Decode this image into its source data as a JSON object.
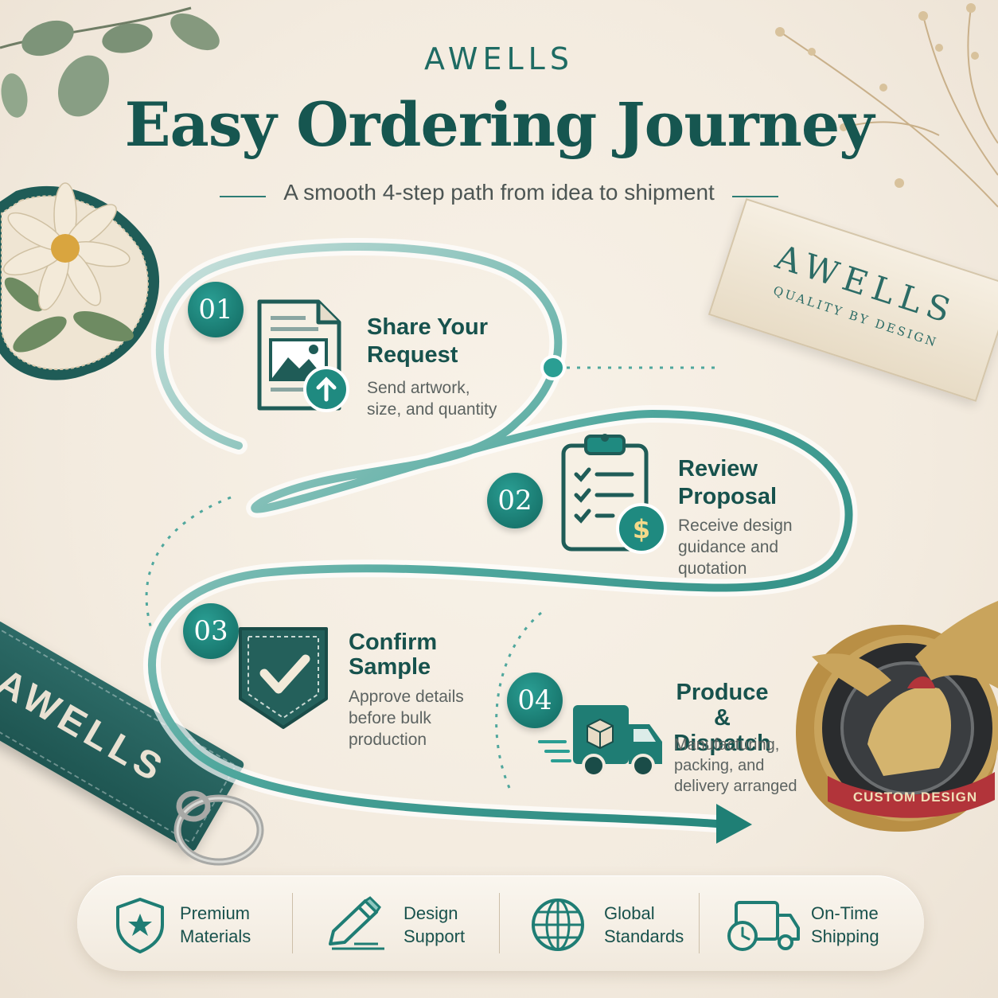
{
  "header": {
    "brand": "AWELLS",
    "title": "Easy Ordering Journey",
    "subtitle": "A smooth 4-step path from idea to shipment"
  },
  "steps": [
    {
      "number": "01",
      "title_line1": "Share Your",
      "title_line2": "Request",
      "desc_line1": "Send artwork,",
      "desc_line2": "size, and quantity",
      "icon": "document-upload-icon"
    },
    {
      "number": "02",
      "title_line1": "Review",
      "title_line2": "Proposal",
      "desc_line1": "Receive design",
      "desc_line2": "guidance and",
      "desc_line3": "quotation",
      "icon": "clipboard-dollar-icon"
    },
    {
      "number": "03",
      "title_line1": "Confirm",
      "title_line2": "Sample",
      "desc_line1": "Approve details",
      "desc_line2": "before bulk",
      "desc_line3": "production",
      "icon": "shield-check-icon"
    },
    {
      "number": "04",
      "title_line1": "Produce &",
      "title_line2": "Dispatch",
      "desc_line1": "Manufacturing,",
      "desc_line2": "packing, and",
      "desc_line3": "delivery arranged",
      "icon": "delivery-truck-icon"
    }
  ],
  "features": [
    {
      "line1": "Premium",
      "line2": "Materials",
      "icon": "shield-star-icon"
    },
    {
      "line1": "Design",
      "line2": "Support",
      "icon": "pencil-icon"
    },
    {
      "line1": "Global",
      "line2": "Standards",
      "icon": "globe-icon"
    },
    {
      "line1": "On-Time",
      "line2": "Shipping",
      "icon": "truck-clock-icon"
    }
  ],
  "props": {
    "woven_label_brand": "AWELLS",
    "woven_label_tagline": "QUALITY BY DESIGN",
    "keychain_text": "AWELLS",
    "badge_text": "CUSTOM DESIGN"
  },
  "colors": {
    "teal_dark": "#165650",
    "teal": "#1f7d74",
    "teal_light": "#2a9e93",
    "cream": "#f3ebdf"
  }
}
